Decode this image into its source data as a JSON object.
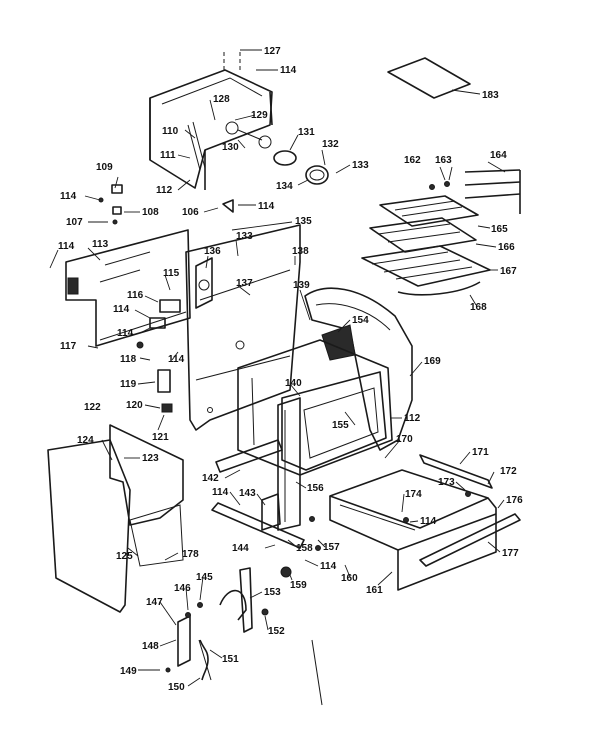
{
  "diagram": {
    "callouts": [
      {
        "id": "c127",
        "text": "127"
      },
      {
        "id": "c114a",
        "text": "114"
      },
      {
        "id": "c183",
        "text": "183"
      },
      {
        "id": "c128",
        "text": "128"
      },
      {
        "id": "c129",
        "text": "129"
      },
      {
        "id": "c110",
        "text": "110"
      },
      {
        "id": "c131",
        "text": "131"
      },
      {
        "id": "c130",
        "text": "130"
      },
      {
        "id": "c132",
        "text": "132"
      },
      {
        "id": "c111",
        "text": "111"
      },
      {
        "id": "c133a",
        "text": "133"
      },
      {
        "id": "c134",
        "text": "134"
      },
      {
        "id": "c109",
        "text": "109"
      },
      {
        "id": "c112a",
        "text": "112"
      },
      {
        "id": "c162",
        "text": "162"
      },
      {
        "id": "c163",
        "text": "163"
      },
      {
        "id": "c164",
        "text": "164"
      },
      {
        "id": "c114b",
        "text": "114"
      },
      {
        "id": "c108",
        "text": "108"
      },
      {
        "id": "c106",
        "text": "106"
      },
      {
        "id": "c114c",
        "text": "114"
      },
      {
        "id": "c107",
        "text": "107"
      },
      {
        "id": "c135",
        "text": "135"
      },
      {
        "id": "c165",
        "text": "165"
      },
      {
        "id": "c166",
        "text": "166"
      },
      {
        "id": "c114d",
        "text": "114"
      },
      {
        "id": "c113",
        "text": "113"
      },
      {
        "id": "c133b",
        "text": "133"
      },
      {
        "id": "c136",
        "text": "136"
      },
      {
        "id": "c138",
        "text": "138"
      },
      {
        "id": "c167",
        "text": "167"
      },
      {
        "id": "c115",
        "text": "115"
      },
      {
        "id": "c137",
        "text": "137"
      },
      {
        "id": "c139",
        "text": "139"
      },
      {
        "id": "c168",
        "text": "168"
      },
      {
        "id": "c116",
        "text": "116"
      },
      {
        "id": "c114e",
        "text": "114"
      },
      {
        "id": "c154",
        "text": "154"
      },
      {
        "id": "c114f",
        "text": "114"
      },
      {
        "id": "c117",
        "text": "117"
      },
      {
        "id": "c118",
        "text": "118"
      },
      {
        "id": "c114g",
        "text": "114"
      },
      {
        "id": "c169",
        "text": "169"
      },
      {
        "id": "c140",
        "text": "140"
      },
      {
        "id": "c119",
        "text": "119"
      },
      {
        "id": "c112b",
        "text": "112"
      },
      {
        "id": "c120",
        "text": "120"
      },
      {
        "id": "c122",
        "text": "122"
      },
      {
        "id": "c155",
        "text": "155"
      },
      {
        "id": "c121",
        "text": "121"
      },
      {
        "id": "c170",
        "text": "170"
      },
      {
        "id": "c124",
        "text": "124"
      },
      {
        "id": "c123",
        "text": "123"
      },
      {
        "id": "c171",
        "text": "171"
      },
      {
        "id": "c142",
        "text": "142"
      },
      {
        "id": "c172",
        "text": "172"
      },
      {
        "id": "c173",
        "text": "173"
      },
      {
        "id": "c114h",
        "text": "114"
      },
      {
        "id": "c143",
        "text": "143"
      },
      {
        "id": "c156",
        "text": "156"
      },
      {
        "id": "c174",
        "text": "174"
      },
      {
        "id": "c176",
        "text": "176"
      },
      {
        "id": "c114i",
        "text": "114"
      },
      {
        "id": "c178",
        "text": "178"
      },
      {
        "id": "c158",
        "text": "158"
      },
      {
        "id": "c157",
        "text": "157"
      },
      {
        "id": "c144",
        "text": "144"
      },
      {
        "id": "c177",
        "text": "177"
      },
      {
        "id": "c125",
        "text": "125"
      },
      {
        "id": "c114j",
        "text": "114"
      },
      {
        "id": "c145",
        "text": "145"
      },
      {
        "id": "c159",
        "text": "159"
      },
      {
        "id": "c160",
        "text": "160"
      },
      {
        "id": "c161",
        "text": "161"
      },
      {
        "id": "c146",
        "text": "146"
      },
      {
        "id": "c153",
        "text": "153"
      },
      {
        "id": "c147",
        "text": "147"
      },
      {
        "id": "c152",
        "text": "152"
      },
      {
        "id": "c148",
        "text": "148"
      },
      {
        "id": "c151",
        "text": "151"
      },
      {
        "id": "c149",
        "text": "149"
      },
      {
        "id": "c150",
        "text": "150"
      }
    ]
  }
}
